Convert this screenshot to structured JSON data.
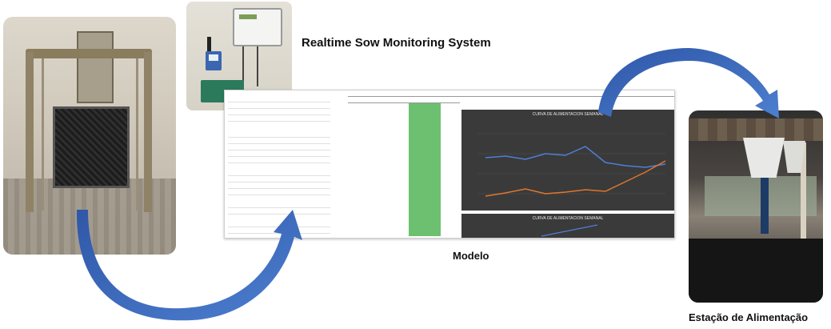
{
  "title": "Realtime Sow Monitoring System",
  "captions": {
    "model": "Modelo",
    "station": "Estação de Alimentação"
  },
  "model_screen": {
    "chart_top_title": "CURVA DE ALIMENTACION SEMANAL",
    "chart_bottom_title": "CURVA DE ALIMENTACION SEMANAL"
  },
  "arrow_color": "#3b66b8"
}
